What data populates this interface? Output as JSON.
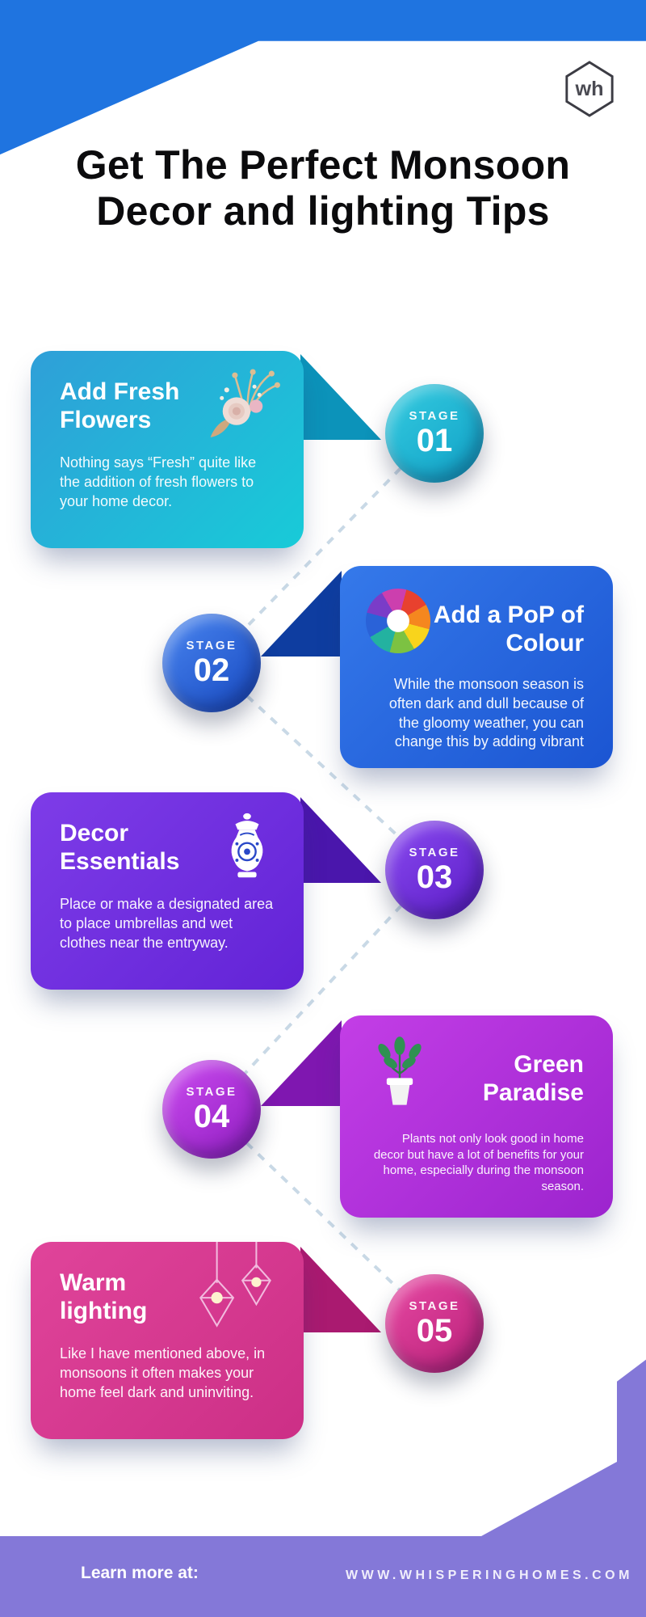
{
  "header": {
    "bar_color": "#1f74e0",
    "logo_text": "wh"
  },
  "title": {
    "line1": "Get The Perfect Monsoon",
    "line2": "Decor and lighting Tips"
  },
  "connector_color": "#c9d9e6",
  "stages": [
    {
      "stage_label": "STAGE",
      "number": "01",
      "heading": "Add Fresh Flowers",
      "body": "Nothing says “Fresh” quite like the addition of fresh flowers to your home decor.",
      "icon": "dried-flowers-icon",
      "card_side": "left",
      "color_from": "#2f9fd8",
      "color_to": "#18cbd8",
      "arrow_color": "#0c93ba"
    },
    {
      "stage_label": "STAGE",
      "number": "02",
      "heading": "Add a PoP of Colour",
      "body": "While the monsoon season is often dark and dull because of the gloomy weather, you can change this by adding vibrant",
      "icon": "color-wheel-icon",
      "card_side": "right",
      "color_from": "#3579ea",
      "color_to": "#1b55d2",
      "arrow_color": "#0e3da0"
    },
    {
      "stage_label": "STAGE",
      "number": "03",
      "heading": "Decor Essentials",
      "body": "Place or make a designated area to place umbrellas and wet clothes near the entryway.",
      "icon": "porcelain-vase-icon",
      "card_side": "left",
      "color_from": "#7e3ce8",
      "color_to": "#6223d6",
      "arrow_color": "#4a16ac"
    },
    {
      "stage_label": "STAGE",
      "number": "04",
      "heading": "Green Paradise",
      "body": "Plants not only look good in home decor but have a lot of benefits for your home, especially during the monsoon season.",
      "icon": "potted-plant-icon",
      "card_side": "right",
      "color_from": "#c33ee6",
      "color_to": "#9c24ce",
      "arrow_color": "#7f17b0"
    },
    {
      "stage_label": "STAGE",
      "number": "05",
      "heading": "Warm lighting",
      "body": "Like I have mentioned above, in monsoons it often makes your home feel dark and uninviting.",
      "icon": "hanging-lamps-icon",
      "card_side": "left",
      "color_from": "#e0449a",
      "color_to": "#cc2f86",
      "arrow_color": "#aa1a70"
    }
  ],
  "footer": {
    "learn_more_label": "Learn more at:",
    "website": "WWW.WHISPERINGHOMES.COM",
    "background_color": "#8478d8"
  }
}
